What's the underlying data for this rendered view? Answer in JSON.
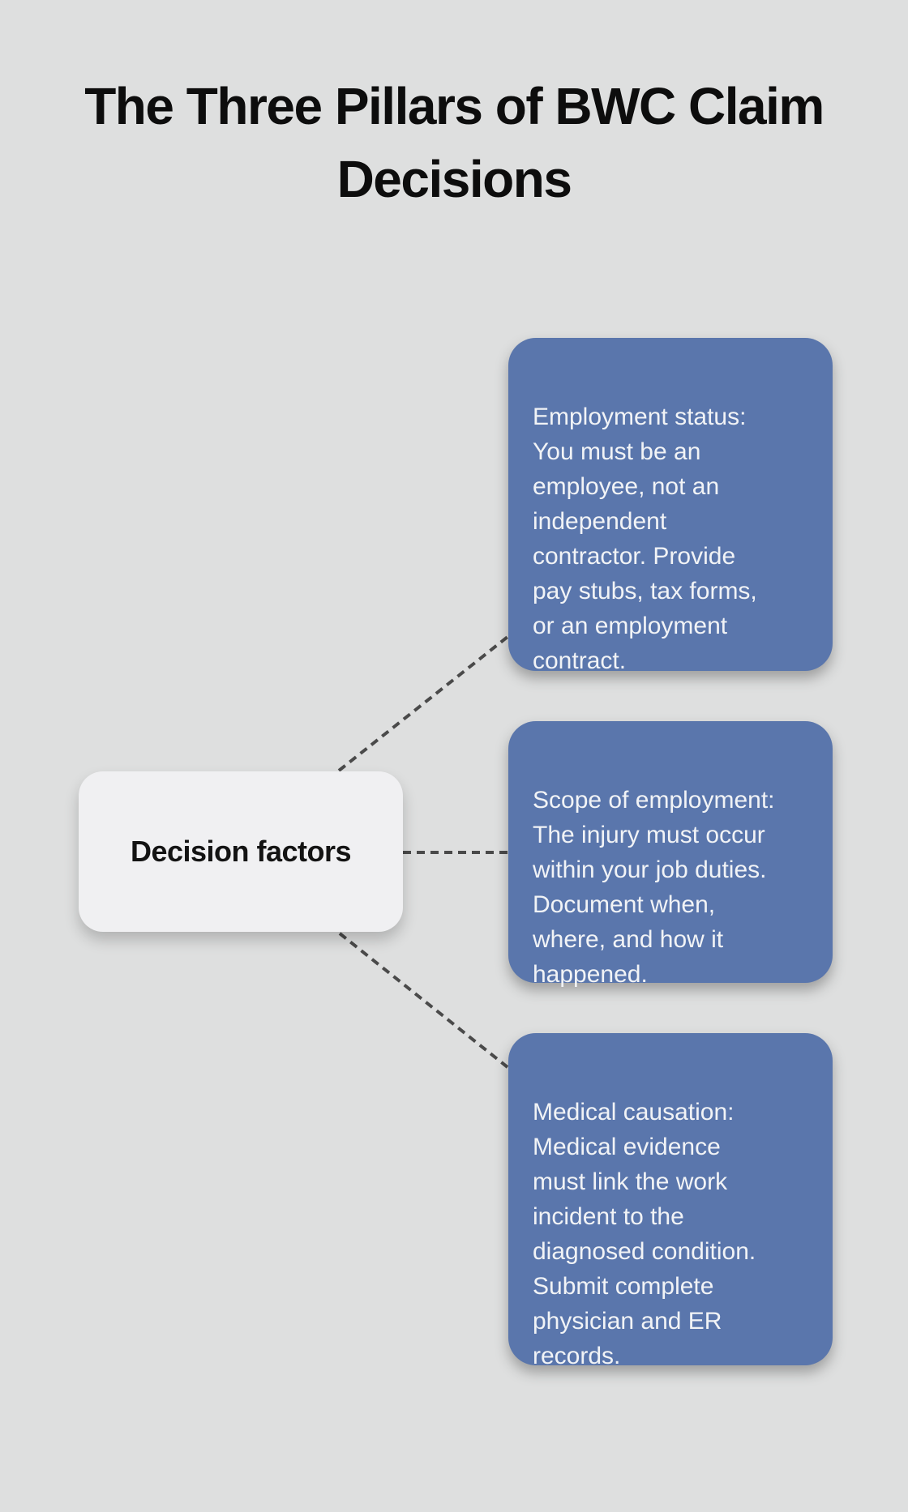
{
  "title": "The Three Pillars of BWC Claim\nDecisions",
  "center_node": {
    "label": "Decision factors"
  },
  "branches": [
    {
      "id": "employment-status",
      "label": "Employment status:\nYou must be an\nemployee, not an\nindependent\ncontractor. Provide\npay stubs, tax forms,\nor an employment\ncontract."
    },
    {
      "id": "scope-of-employment",
      "label": "Scope of employment:\nThe injury must occur\nwithin your job duties.\nDocument when,\nwhere, and how it\nhappened."
    },
    {
      "id": "medical-causation",
      "label": "Medical causation:\nMedical evidence\nmust link the work\nincident to the\ndiagnosed condition.\nSubmit complete\nphysician and ER\nrecords."
    }
  ],
  "colors": {
    "background": "#dedfdf",
    "branch_fill": "#5a76ac",
    "branch_text": "#f1f3f6",
    "node_fill": "#f0f0f2",
    "node_text": "#131313",
    "connector": "#4a4a4a",
    "title_text": "#0d0d0d"
  }
}
